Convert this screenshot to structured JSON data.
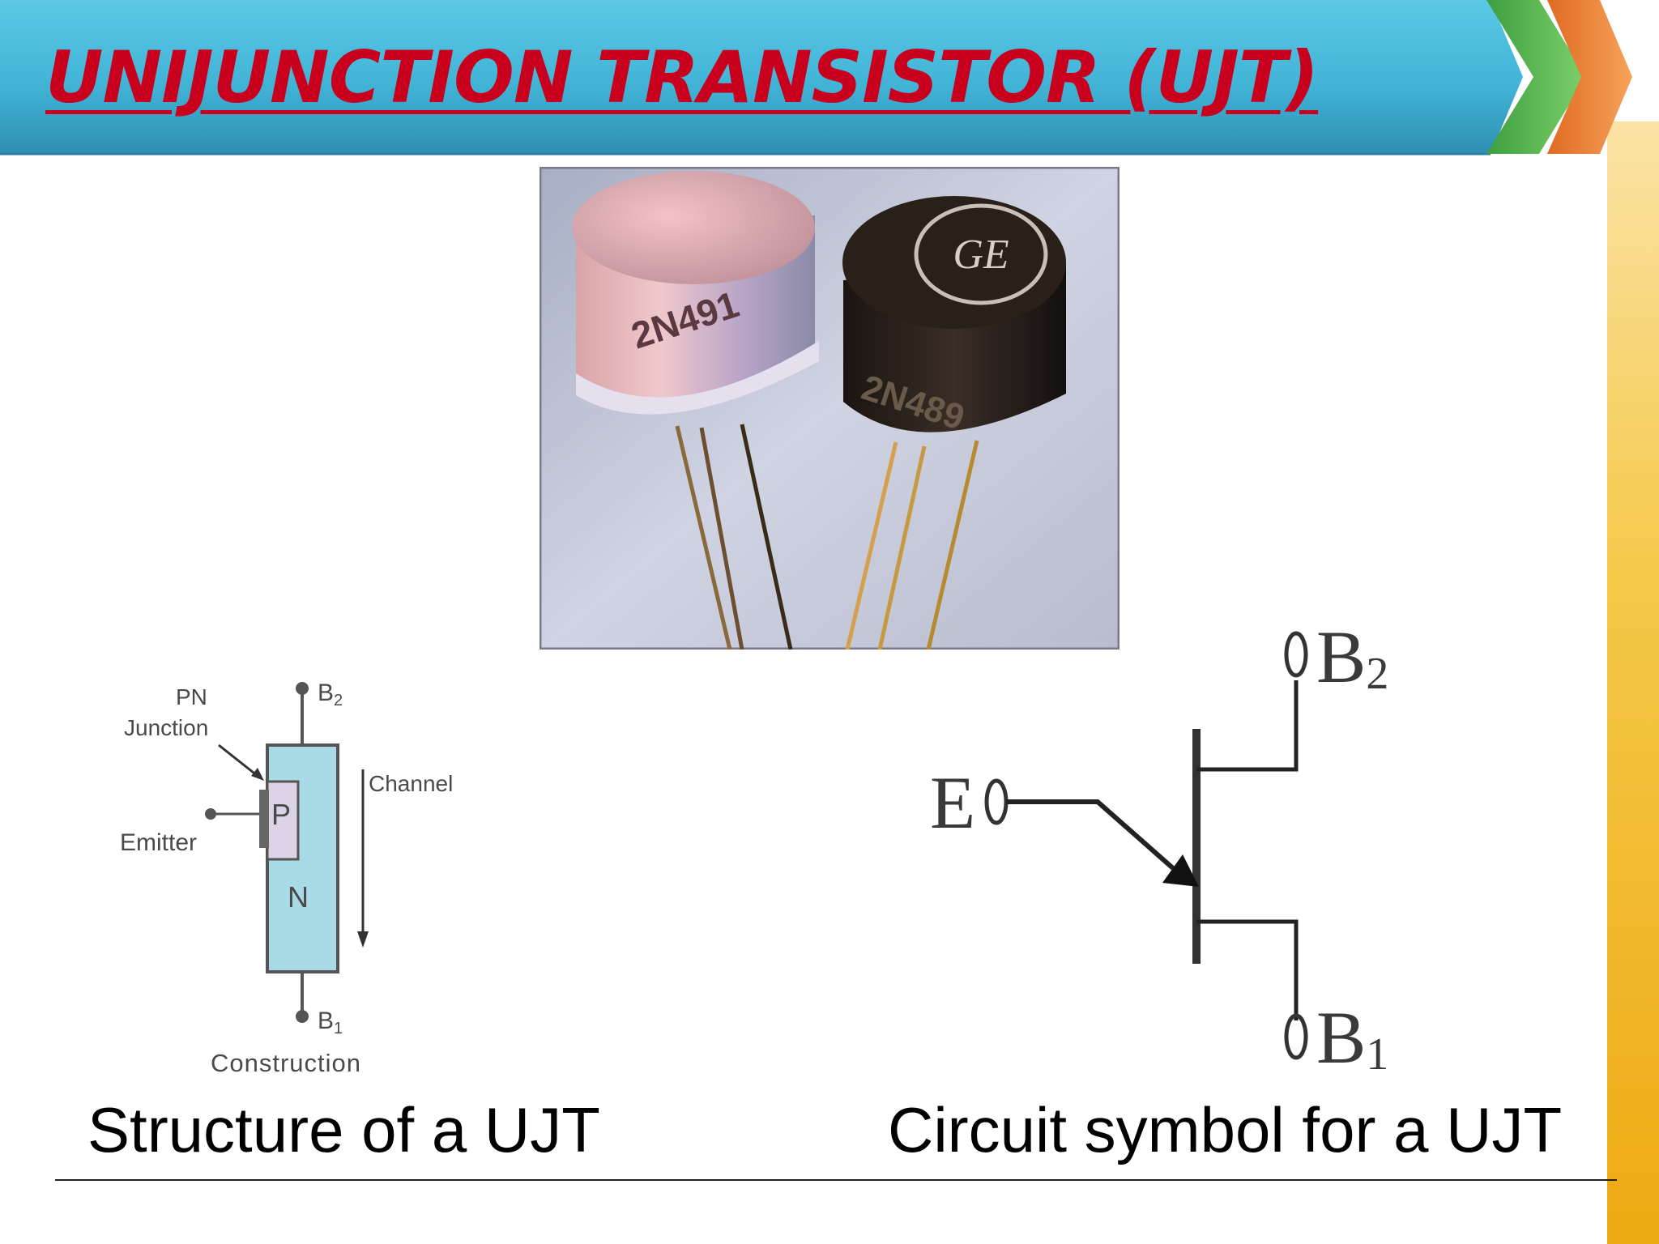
{
  "slide": {
    "title": "UNIJUNCTION TRANSISTOR (UJT)",
    "colors": {
      "banner": "#41b4d6",
      "title": "#c8001e",
      "chevron_green": "#5cb85c",
      "chevron_orange": "#f08a3c",
      "side_bar": "#f0b41e",
      "n_region": "#a8dbe6",
      "p_region": "#ddd3e6"
    }
  },
  "photo": {
    "left_can_marking": "2N491",
    "right_can_marking": "2N489"
  },
  "structure_diagram": {
    "label_b2": "B",
    "sub_b2": "2",
    "label_b1": "B",
    "sub_b1": "1",
    "pn_line1": "PN",
    "pn_line2": "Junction",
    "channel": "Channel",
    "emitter": "Emitter",
    "p_region": "P",
    "n_region": "N",
    "construction": "Construction"
  },
  "circuit_symbol": {
    "emitter": "E",
    "b2": "B",
    "b2_sub": "2",
    "b1": "B",
    "b1_sub": "1"
  },
  "captions": {
    "structure": "Structure of a UJT",
    "symbol": "Circuit symbol for a UJT"
  }
}
